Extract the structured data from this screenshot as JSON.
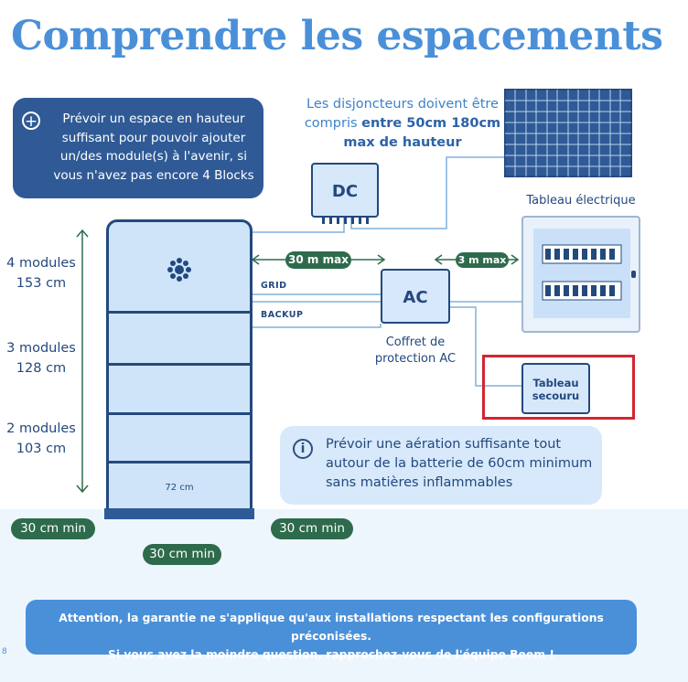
{
  "title": "Comprendre les espacements",
  "note": {
    "icon": "plus-circle-icon",
    "text": "Prévoir un espace en hauteur suffisant pour pouvoir ajouter un/des module(s) à l'avenir, si vous n'avez pas encore 4 Blocks"
  },
  "breakers_note": {
    "line1": "Les disjoncteurs doivent être",
    "line2_prefix": "compris ",
    "line2_bold": "entre 50cm 180cm",
    "line3_bold": "max de hauteur"
  },
  "components": {
    "solar_panel": "solar-panel-icon",
    "dc_label": "DC",
    "ac_label": "AC",
    "ac_caption": "Coffret de protection AC",
    "panel_title": "Tableau électrique",
    "backup_panel": "Tableau secouru",
    "grid_label": "GRID",
    "backup_label": "BACKUP"
  },
  "distances": {
    "battery_to_ac": "30 m max",
    "ac_to_panel": "3 m max",
    "battery_width": "72 cm",
    "left_clearance": "30 cm min",
    "right_clearance": "30 cm min",
    "front_clearance": "30 cm min"
  },
  "heights": [
    {
      "modules": "4 modules",
      "cm": "153 cm"
    },
    {
      "modules": "3 modules",
      "cm": "128 cm"
    },
    {
      "modules": "2 modules",
      "cm": "103 cm"
    }
  ],
  "ventilation_note": {
    "icon": "info-icon",
    "text": "Prévoir une aération suffisante tout autour de la batterie de 60cm minimum sans matières inflammables"
  },
  "warning": {
    "line1": "Attention, la garantie ne s'applique qu'aux installations respectant les configurations préconisées.",
    "line2": "Si vous avez la moindre question, rapprochez-vous de l'équipe Beem !"
  },
  "page_number": "8",
  "colors": {
    "title_blue": "#4a90d9",
    "navy": "#23497e",
    "green_pill": "#2e6b4c",
    "highlight_red": "#d32630",
    "light_blue": "#d6e8fa"
  }
}
